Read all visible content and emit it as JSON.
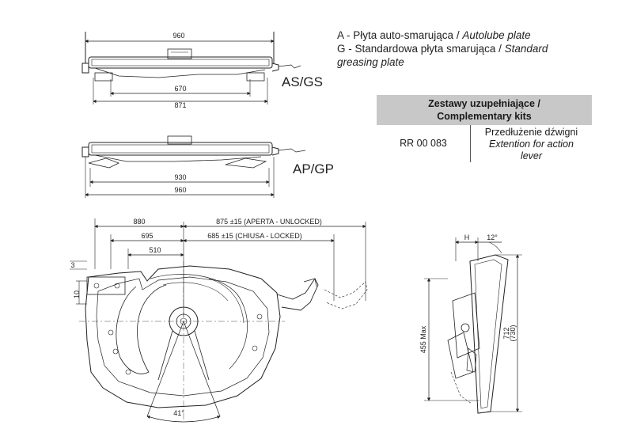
{
  "legend": {
    "a_pl": "A - Płyta auto-smarująca / ",
    "a_en": "Autolube plate",
    "g_pl": "G - Standardowa płyta smarująca / ",
    "g_en1": "Standard",
    "g_en2": "greasing plate"
  },
  "kits": {
    "header_line1": "Zestawy uzupełniające /",
    "header_line2": "Complementary kits",
    "code": "RR 00 083",
    "desc_pl": "Przedłużenie dźwigni",
    "desc_en1": "Extention for action",
    "desc_en2": "lever"
  },
  "views": {
    "as_gs": "AS/GS",
    "ap_gp": "AP/GP"
  },
  "dims": {
    "top_960": "960",
    "top_670": "670",
    "top_871": "871",
    "mid_930": "930",
    "mid_960": "960",
    "d_880": "880",
    "d_695": "695",
    "d_510": "510",
    "d_875": "875 ±15  (APERTA - UNLOCKED)",
    "d_685": "685 ±15 (CHIUSA - LOCKED)",
    "d_41": "41°",
    "d_h": "H",
    "d_12": "12°",
    "d_455": "455 Max",
    "d_712": "712",
    "d_730": "(730)",
    "d_10": "10",
    "d_3": "3"
  }
}
